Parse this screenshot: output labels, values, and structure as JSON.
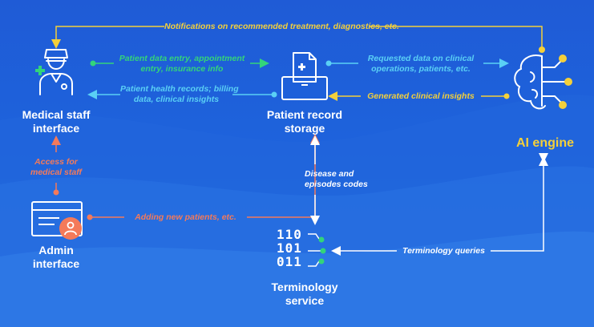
{
  "colors": {
    "background": "#1f5bd6",
    "green": "#33d47a",
    "cyan": "#5ad0f5",
    "yellow": "#f4d03a",
    "orange": "#f47a5a",
    "white": "#ffffff"
  },
  "nodes": {
    "medical_staff": {
      "label_line1": "Medical staff",
      "label_line2": "interface",
      "icon": "doctor-icon"
    },
    "patient_record": {
      "label_line1": "Patient record",
      "label_line2": "storage",
      "icon": "file-cabinet-icon"
    },
    "ai_engine": {
      "label": "AI engine",
      "icon": "brain-circuit-icon"
    },
    "admin": {
      "label_line1": "Admin",
      "label_line2": "interface",
      "icon": "admin-window-icon"
    },
    "terminology": {
      "label_line1": "Terminology",
      "label_line2": "service",
      "icon": "binary-code-icon",
      "binary": [
        "110",
        "101",
        "011"
      ]
    }
  },
  "flows": {
    "notifications": "Notifications on recommended treatment, diagnostics, etc.",
    "patient_data_entry_1": "Patient data entry, appointment",
    "patient_data_entry_2": "entry, insurance info",
    "health_records_1": "Patient health records; billing",
    "health_records_2": "data, clinical insights",
    "requested_data_1": "Requested  data on clinical",
    "requested_data_2": "operations, patients, etc.",
    "generated_insights": "Generated clinical insights",
    "access_1": "Access for",
    "access_2": "medical staff",
    "adding_patients": "Adding new patients, etc.",
    "disease_codes_1": "Disease and",
    "disease_codes_2": "episodes codes",
    "terminology_queries": "Terminology queries"
  }
}
